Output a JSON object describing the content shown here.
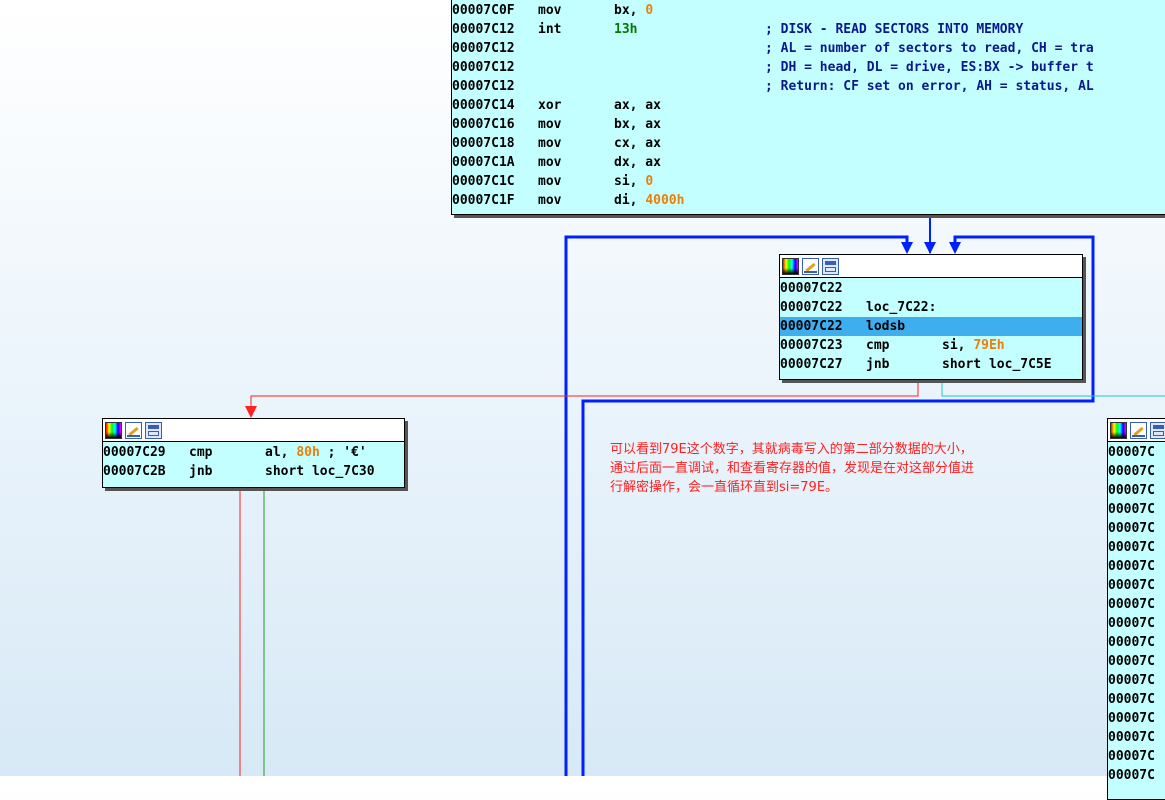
{
  "node_top": {
    "lines": [
      {
        "addr": "00007C0F",
        "mnem": "mov",
        "ops": [
          {
            "t": "bx, ",
            "k": "reg"
          },
          {
            "t": "0",
            "k": "imm"
          }
        ],
        "comment": ""
      },
      {
        "addr": "00007C12",
        "mnem": "int",
        "ops": [
          {
            "t": "13h",
            "k": "num"
          }
        ],
        "comment": "; DISK - READ SECTORS INTO MEMORY"
      },
      {
        "addr": "00007C12",
        "mnem": "",
        "ops": [],
        "comment": "; AL = number of sectors to read, CH = tra"
      },
      {
        "addr": "00007C12",
        "mnem": "",
        "ops": [],
        "comment": "; DH = head, DL = drive, ES:BX -> buffer t"
      },
      {
        "addr": "00007C12",
        "mnem": "",
        "ops": [],
        "comment": "; Return: CF set on error, AH = status, AL"
      },
      {
        "addr": "00007C14",
        "mnem": "xor",
        "ops": [
          {
            "t": "ax, ax",
            "k": "reg"
          }
        ],
        "comment": ""
      },
      {
        "addr": "00007C16",
        "mnem": "mov",
        "ops": [
          {
            "t": "bx, ax",
            "k": "reg"
          }
        ],
        "comment": ""
      },
      {
        "addr": "00007C18",
        "mnem": "mov",
        "ops": [
          {
            "t": "cx, ax",
            "k": "reg"
          }
        ],
        "comment": ""
      },
      {
        "addr": "00007C1A",
        "mnem": "mov",
        "ops": [
          {
            "t": "dx, ax",
            "k": "reg"
          }
        ],
        "comment": ""
      },
      {
        "addr": "00007C1C",
        "mnem": "mov",
        "ops": [
          {
            "t": "si, ",
            "k": "reg"
          },
          {
            "t": "0",
            "k": "imm"
          }
        ],
        "comment": ""
      },
      {
        "addr": "00007C1F",
        "mnem": "mov",
        "ops": [
          {
            "t": "di, ",
            "k": "reg"
          },
          {
            "t": "4000h",
            "k": "imm"
          }
        ],
        "comment": ""
      }
    ]
  },
  "node_loop": {
    "lines": [
      {
        "addr": "00007C22",
        "mnem": "",
        "ops": [],
        "comment": "",
        "highlight": false
      },
      {
        "addr": "00007C22",
        "mnem": "loc_7C22:",
        "ops": [],
        "comment": "",
        "highlight": false
      },
      {
        "addr": "00007C22",
        "mnem": "lodsb",
        "ops": [],
        "comment": "",
        "highlight": true
      },
      {
        "addr": "00007C23",
        "mnem": "cmp",
        "ops": [
          {
            "t": "si, ",
            "k": "reg"
          },
          {
            "t": "79Eh",
            "k": "imm"
          }
        ],
        "comment": "",
        "highlight": false
      },
      {
        "addr": "00007C27",
        "mnem": "jnb",
        "ops": [
          {
            "t": "short loc_7C5E",
            "k": "reg"
          }
        ],
        "comment": "",
        "highlight": false
      }
    ]
  },
  "node_left": {
    "lines": [
      {
        "addr": "00007C29",
        "mnem": "cmp",
        "ops": [
          {
            "t": "al, ",
            "k": "reg"
          },
          {
            "t": "80h",
            "k": "imm"
          },
          {
            "t": " ; '€'",
            "k": "cmt"
          }
        ],
        "comment": ""
      },
      {
        "addr": "00007C2B",
        "mnem": "jnb",
        "ops": [
          {
            "t": "short loc_7C30",
            "k": "reg"
          }
        ],
        "comment": ""
      }
    ]
  },
  "node_right": {
    "rows": [
      "00007C",
      "00007C",
      "00007C",
      "00007C",
      "00007C",
      "00007C",
      "00007C",
      "00007C",
      "00007C",
      "00007C",
      "00007C",
      "00007C",
      "00007C",
      "00007C",
      "00007C",
      "00007C",
      "00007C",
      "00007C"
    ]
  },
  "annotation": {
    "text": "可以看到79E这个数字，其就病毒写入的第二部分数据的大小，通过后面一直调试，和查看寄存器的值，发现是在对这部分值进行解密操作，会一直循环直到si=79E。"
  },
  "colors": {
    "node_bg": "#c4ffff",
    "highlight": "#3eaeee",
    "edge_blue": "#0020ff",
    "edge_red": "#ff2020",
    "edge_green": "#20a020",
    "edge_cyan": "#20c8c8",
    "immediate": "#e8800a",
    "annotation": "#ff2020"
  },
  "icons": [
    "color-icon",
    "rename-icon",
    "graph-icon"
  ]
}
